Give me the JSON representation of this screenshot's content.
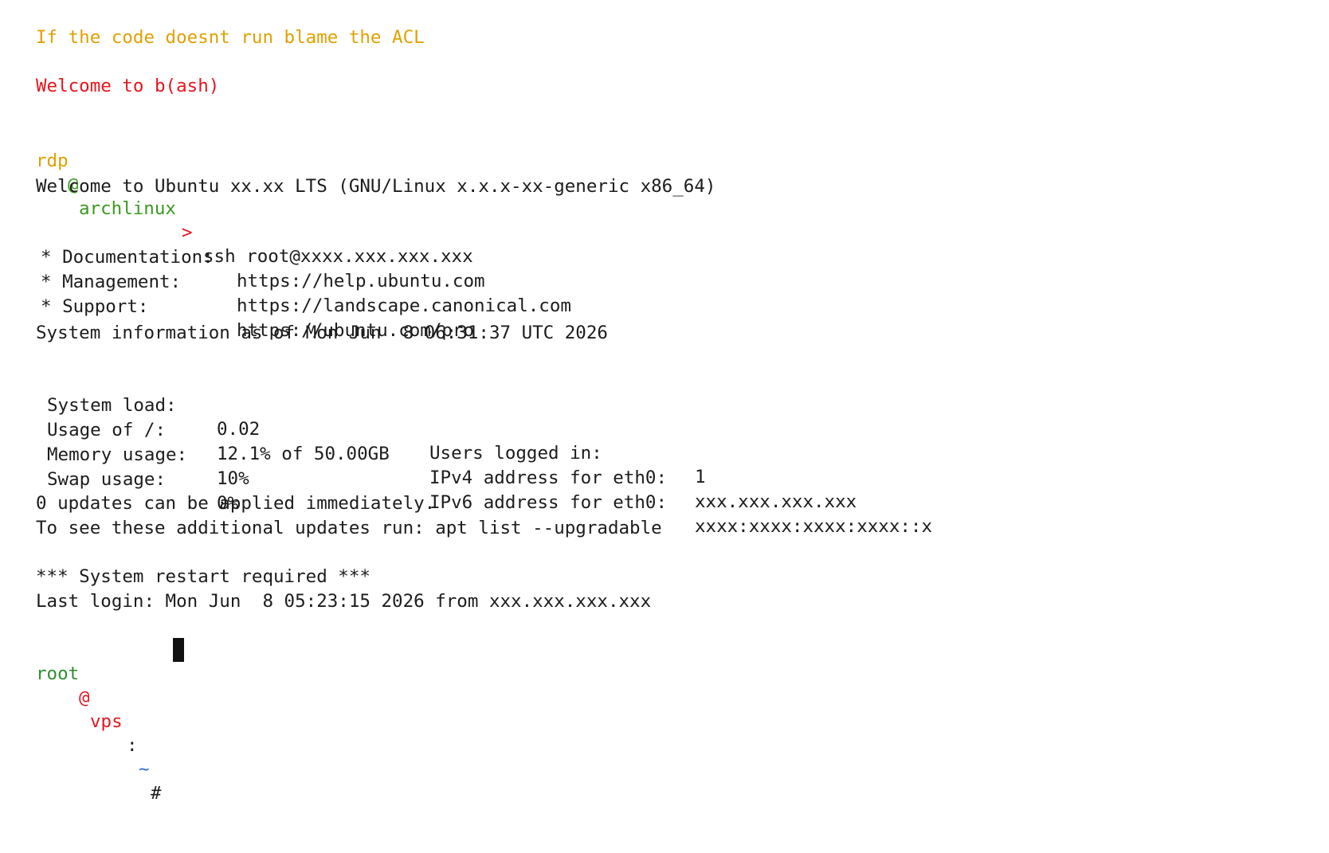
{
  "terminal": {
    "motd": "If the code doesnt run blame the ACL",
    "welcome": "Welcome to b(ash)",
    "prompt1": {
      "user": "rdp",
      "at": "@",
      "host": "archlinux",
      "arrow": ">",
      "command": "ssh root@xxxx.xxx.xxx.xxx"
    },
    "ubuntu_welcome": "Welcome to Ubuntu xx.xx LTS (GNU/Linux x.x.x-xx-generic x86_64)",
    "links": [
      {
        "label": "* Documentation:",
        "url": "https://help.ubuntu.com"
      },
      {
        "label": "* Management:",
        "url": "https://landscape.canonical.com"
      },
      {
        "label": "* Support:",
        "url": "https://ubuntu.com/pro"
      }
    ],
    "sysinfo_header": "System information as of Mon Jun  8 06:31:37 UTC 2026",
    "sysinfo_left": [
      {
        "label": "System load:",
        "value": "0.02"
      },
      {
        "label": "Usage of /:",
        "value": "12.1% of 50.00GB"
      },
      {
        "label": "Memory usage:",
        "value": "10%"
      },
      {
        "label": "Swap usage:",
        "value": "0%"
      }
    ],
    "sysinfo_right": [
      {
        "label": "Users logged in:",
        "value": "1"
      },
      {
        "label": "IPv4 address for eth0:",
        "value": "xxx.xxx.xxx.xxx"
      },
      {
        "label": "IPv6 address for eth0:",
        "value": "xxxx:xxxx:xxxx:xxxx::x"
      }
    ],
    "updates_line1": "0 updates can be applied immediately.",
    "updates_line2": "To see these additional updates run: apt list --upgradable",
    "restart_notice": "*** System restart required ***",
    "last_login": "Last login: Mon Jun  8 05:23:15 2026 from xxx.xxx.xxx.xxx",
    "prompt2": {
      "user": "root",
      "at": "@",
      "host": "vps",
      "colon": ":",
      "path": "~",
      "hash": "#"
    },
    "colors": {
      "motd": "#e0a000",
      "error_red": "#e8141e",
      "prompt_green": "#2f8f2f",
      "path_blue": "#2a6fd6",
      "text": "#1c1c1c",
      "background": "#ffffff"
    }
  }
}
